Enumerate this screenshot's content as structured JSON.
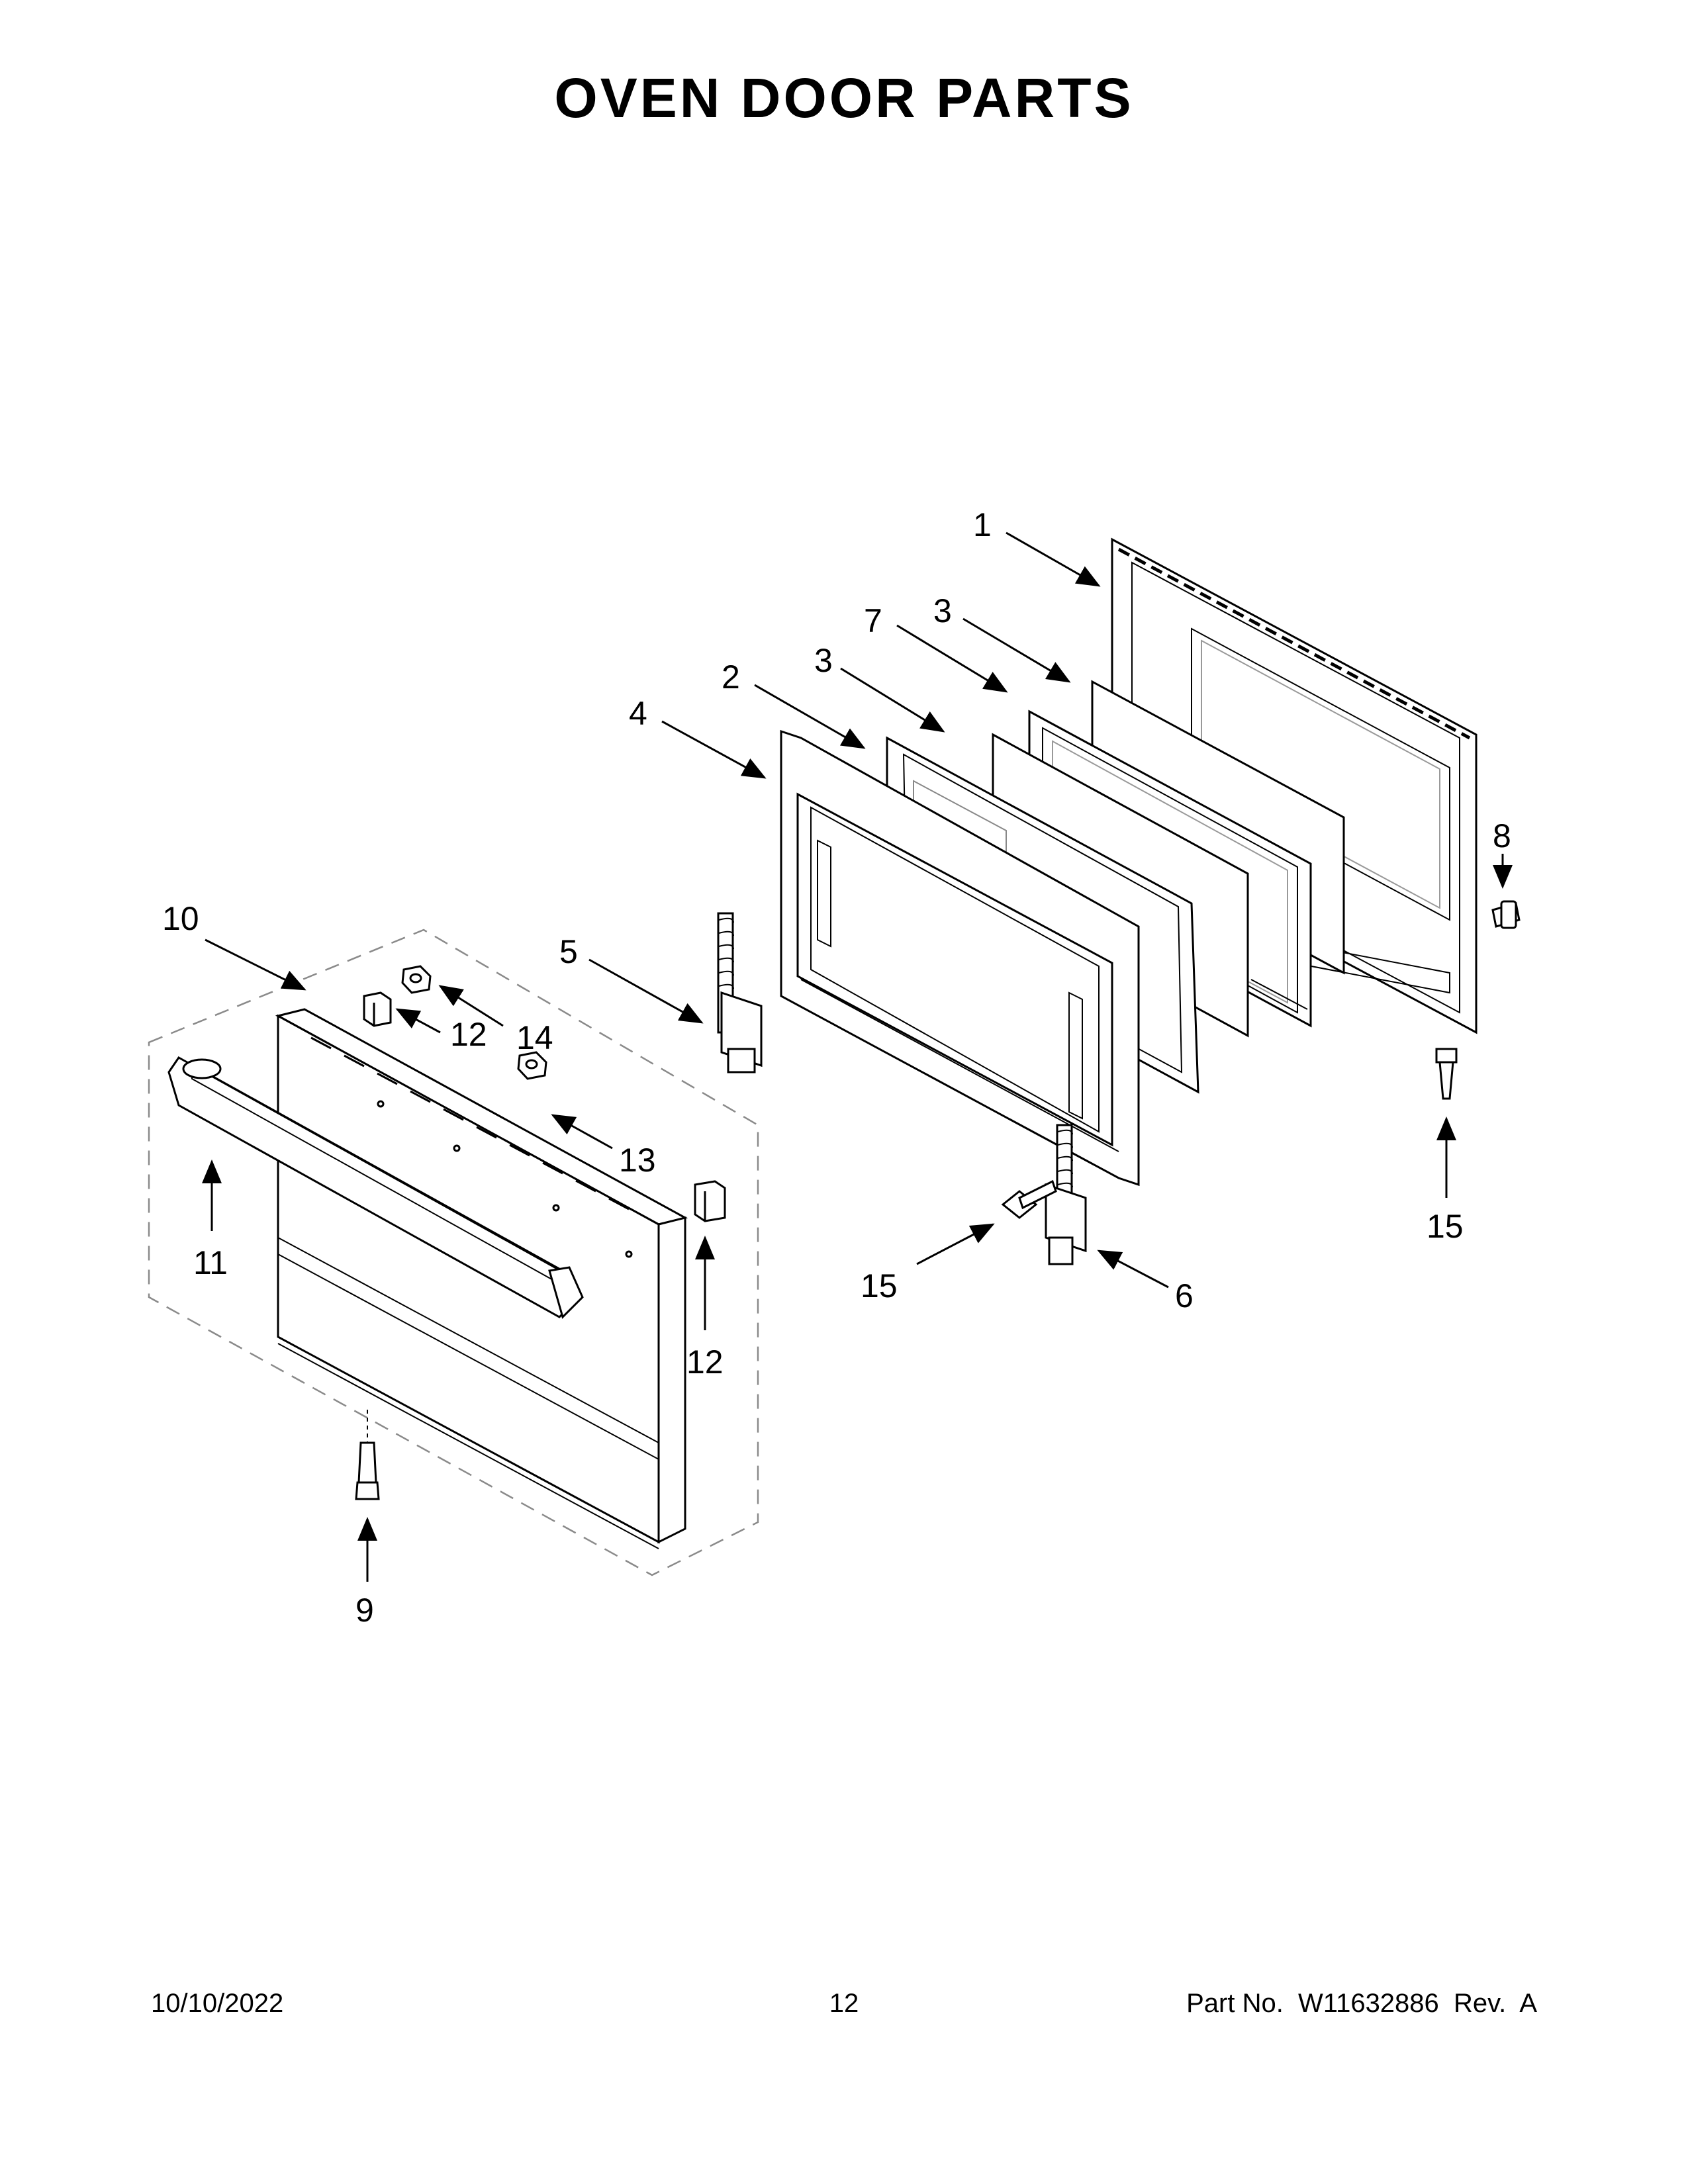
{
  "page": {
    "title": "OVEN DOOR PARTS",
    "date": "10/10/2022",
    "page_number": "12",
    "part_info": "Part No.  W11632886  Rev.  A"
  },
  "callouts": [
    {
      "key": "c1",
      "label": "1"
    },
    {
      "key": "c2",
      "label": "2"
    },
    {
      "key": "c3a",
      "label": "3"
    },
    {
      "key": "c3b",
      "label": "3"
    },
    {
      "key": "c4",
      "label": "4"
    },
    {
      "key": "c5",
      "label": "5"
    },
    {
      "key": "c6",
      "label": "6"
    },
    {
      "key": "c7",
      "label": "7"
    },
    {
      "key": "c8",
      "label": "8"
    },
    {
      "key": "c9",
      "label": "9"
    },
    {
      "key": "c10",
      "label": "10"
    },
    {
      "key": "c11",
      "label": "11"
    },
    {
      "key": "c12a",
      "label": "12"
    },
    {
      "key": "c12b",
      "label": "12"
    },
    {
      "key": "c13",
      "label": "13"
    },
    {
      "key": "c14",
      "label": "14"
    },
    {
      "key": "c15a",
      "label": "15"
    },
    {
      "key": "c15b",
      "label": "15"
    }
  ],
  "colors": {
    "line": "#000000",
    "fill": "#ffffff",
    "light": "#bdbdbd",
    "dashed": "#8a8a8a"
  }
}
